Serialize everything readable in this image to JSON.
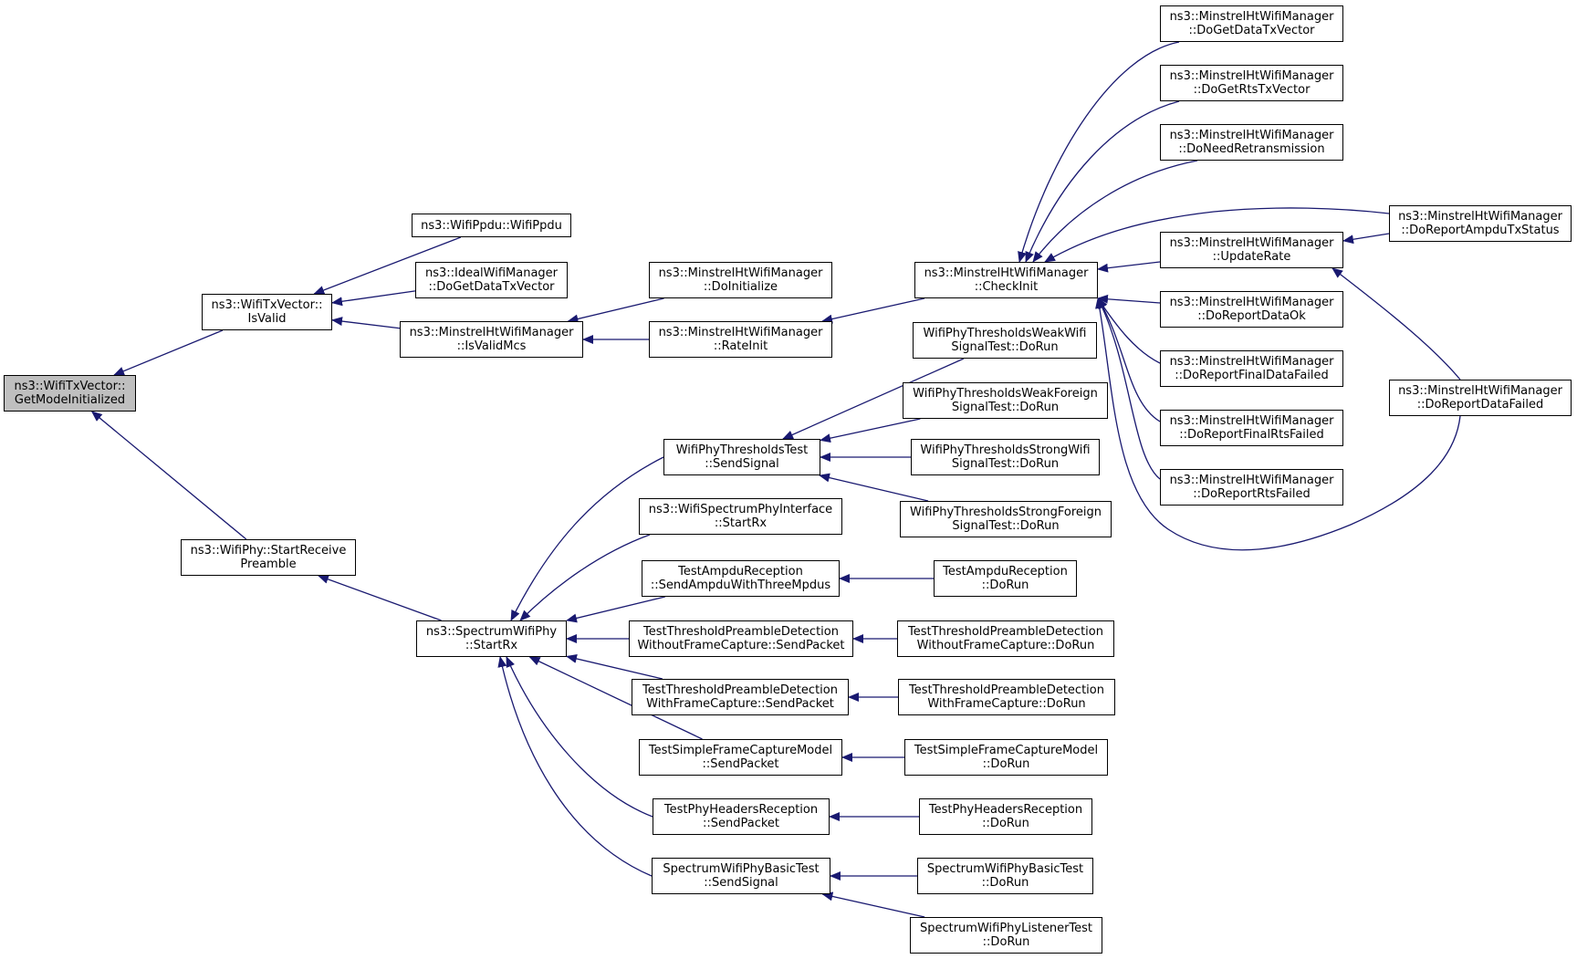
{
  "graph": {
    "colors": {
      "edge": "#191970",
      "node_border": "#000000",
      "root_fill": "#bfbfbf",
      "node_fill": "#ffffff"
    },
    "nodes": [
      {
        "id": "n_root",
        "lines": [
          "ns3::WifiTxVector::",
          "GetModeInitialized"
        ],
        "root": true
      },
      {
        "id": "n_isvalid",
        "lines": [
          "ns3::WifiTxVector::",
          "IsValid"
        ]
      },
      {
        "id": "n_startrecvpre",
        "lines": [
          "ns3::WifiPhy::StartReceive",
          "Preamble"
        ]
      },
      {
        "id": "n_wifippdu",
        "lines": [
          "ns3::WifiPpdu::WifiPpdu"
        ]
      },
      {
        "id": "n_ideal",
        "lines": [
          "ns3::IdealWifiManager",
          "::DoGetDataTxVector"
        ]
      },
      {
        "id": "n_isvalidmcs",
        "lines": [
          "ns3::MinstrelHtWifiManager",
          "::IsValidMcs"
        ]
      },
      {
        "id": "n_doinit",
        "lines": [
          "ns3::MinstrelHtWifiManager",
          "::DoInitialize"
        ]
      },
      {
        "id": "n_rateinit",
        "lines": [
          "ns3::MinstrelHtWifiManager",
          "::RateInit"
        ]
      },
      {
        "id": "n_checkinit",
        "lines": [
          "ns3::MinstrelHtWifiManager",
          "::CheckInit"
        ]
      },
      {
        "id": "n_getdata",
        "lines": [
          "ns3::MinstrelHtWifiManager",
          "::DoGetDataTxVector"
        ]
      },
      {
        "id": "n_getrts",
        "lines": [
          "ns3::MinstrelHtWifiManager",
          "::DoGetRtsTxVector"
        ]
      },
      {
        "id": "n_needretx",
        "lines": [
          "ns3::MinstrelHtWifiManager",
          "::DoNeedRetransmission"
        ]
      },
      {
        "id": "n_updaterate",
        "lines": [
          "ns3::MinstrelHtWifiManager",
          "::UpdateRate"
        ]
      },
      {
        "id": "n_ampdutx",
        "lines": [
          "ns3::MinstrelHtWifiManager",
          "::DoReportAmpduTxStatus"
        ]
      },
      {
        "id": "n_dataok",
        "lines": [
          "ns3::MinstrelHtWifiManager",
          "::DoReportDataOk"
        ]
      },
      {
        "id": "n_finaldata",
        "lines": [
          "ns3::MinstrelHtWifiManager",
          "::DoReportFinalDataFailed"
        ]
      },
      {
        "id": "n_datafailed",
        "lines": [
          "ns3::MinstrelHtWifiManager",
          "::DoReportDataFailed"
        ]
      },
      {
        "id": "n_finalrts",
        "lines": [
          "ns3::MinstrelHtWifiManager",
          "::DoReportFinalRtsFailed"
        ]
      },
      {
        "id": "n_rtsfailed",
        "lines": [
          "ns3::MinstrelHtWifiManager",
          "::DoReportRtsFailed"
        ]
      },
      {
        "id": "n_specstartrx",
        "lines": [
          "ns3::SpectrumWifiPhy",
          "::StartRx"
        ]
      },
      {
        "id": "n_thrsend",
        "lines": [
          "WifiPhyThresholdsTest",
          "::SendSignal"
        ]
      },
      {
        "id": "n_weakwifi",
        "lines": [
          "WifiPhyThresholdsWeakWifi",
          "SignalTest::DoRun"
        ]
      },
      {
        "id": "n_weakforeign",
        "lines": [
          "WifiPhyThresholdsWeakForeign",
          "SignalTest::DoRun"
        ]
      },
      {
        "id": "n_strongwifi",
        "lines": [
          "WifiPhyThresholdsStrongWifi",
          "SignalTest::DoRun"
        ]
      },
      {
        "id": "n_strongforeign",
        "lines": [
          "WifiPhyThresholdsStrongForeign",
          "SignalTest::DoRun"
        ]
      },
      {
        "id": "n_specif",
        "lines": [
          "ns3::WifiSpectrumPhyInterface",
          "::StartRx"
        ]
      },
      {
        "id": "n_ampdusend",
        "lines": [
          "TestAmpduReception",
          "::SendAmpduWithThreeMpdus"
        ]
      },
      {
        "id": "n_ampdurun",
        "lines": [
          "TestAmpduReception",
          "::DoRun"
        ]
      },
      {
        "id": "n_wofcsend",
        "lines": [
          "TestThresholdPreambleDetection",
          "WithoutFrameCapture::SendPacket"
        ]
      },
      {
        "id": "n_wofcrun",
        "lines": [
          "TestThresholdPreambleDetection",
          "WithoutFrameCapture::DoRun"
        ]
      },
      {
        "id": "n_wfcsend",
        "lines": [
          "TestThresholdPreambleDetection",
          "WithFrameCapture::SendPacket"
        ]
      },
      {
        "id": "n_wfcrun",
        "lines": [
          "TestThresholdPreambleDetection",
          "WithFrameCapture::DoRun"
        ]
      },
      {
        "id": "n_sfcsend",
        "lines": [
          "TestSimpleFrameCaptureModel",
          "::SendPacket"
        ]
      },
      {
        "id": "n_sfcrun",
        "lines": [
          "TestSimpleFrameCaptureModel",
          "::DoRun"
        ]
      },
      {
        "id": "n_hdrsend",
        "lines": [
          "TestPhyHeadersReception",
          "::SendPacket"
        ]
      },
      {
        "id": "n_hdrrun",
        "lines": [
          "TestPhyHeadersReception",
          "::DoRun"
        ]
      },
      {
        "id": "n_basicsend",
        "lines": [
          "SpectrumWifiPhyBasicTest",
          "::SendSignal"
        ]
      },
      {
        "id": "n_basicrun",
        "lines": [
          "SpectrumWifiPhyBasicTest",
          "::DoRun"
        ]
      },
      {
        "id": "n_listener",
        "lines": [
          "SpectrumWifiPhyListenerTest",
          "::DoRun"
        ]
      }
    ],
    "edges": [
      {
        "from": "n_isvalid",
        "to": "n_root"
      },
      {
        "from": "n_startrecvpre",
        "to": "n_root"
      },
      {
        "from": "n_wifippdu",
        "to": "n_isvalid"
      },
      {
        "from": "n_ideal",
        "to": "n_isvalid"
      },
      {
        "from": "n_isvalidmcs",
        "to": "n_isvalid"
      },
      {
        "from": "n_doinit",
        "to": "n_isvalidmcs"
      },
      {
        "from": "n_rateinit",
        "to": "n_isvalidmcs"
      },
      {
        "from": "n_checkinit",
        "to": "n_rateinit"
      },
      {
        "from": "n_getdata",
        "to": "n_checkinit"
      },
      {
        "from": "n_getrts",
        "to": "n_checkinit"
      },
      {
        "from": "n_needretx",
        "to": "n_checkinit"
      },
      {
        "from": "n_ampdutx",
        "to": "n_checkinit"
      },
      {
        "from": "n_updaterate",
        "to": "n_checkinit"
      },
      {
        "from": "n_dataok",
        "to": "n_checkinit"
      },
      {
        "from": "n_finaldata",
        "to": "n_checkinit"
      },
      {
        "from": "n_finalrts",
        "to": "n_checkinit"
      },
      {
        "from": "n_rtsfailed",
        "to": "n_checkinit"
      },
      {
        "from": "n_datafailed",
        "to": "n_checkinit"
      },
      {
        "from": "n_ampdutx",
        "to": "n_updaterate"
      },
      {
        "from": "n_datafailed",
        "to": "n_updaterate"
      },
      {
        "from": "n_specstartrx",
        "to": "n_startrecvpre"
      },
      {
        "from": "n_thrsend",
        "to": "n_specstartrx"
      },
      {
        "from": "n_specif",
        "to": "n_specstartrx"
      },
      {
        "from": "n_ampdusend",
        "to": "n_specstartrx"
      },
      {
        "from": "n_wofcsend",
        "to": "n_specstartrx"
      },
      {
        "from": "n_wfcsend",
        "to": "n_specstartrx"
      },
      {
        "from": "n_sfcsend",
        "to": "n_specstartrx"
      },
      {
        "from": "n_hdrsend",
        "to": "n_specstartrx"
      },
      {
        "from": "n_basicsend",
        "to": "n_specstartrx"
      },
      {
        "from": "n_weakwifi",
        "to": "n_thrsend"
      },
      {
        "from": "n_weakforeign",
        "to": "n_thrsend"
      },
      {
        "from": "n_strongwifi",
        "to": "n_thrsend"
      },
      {
        "from": "n_strongforeign",
        "to": "n_thrsend"
      },
      {
        "from": "n_ampdurun",
        "to": "n_ampdusend"
      },
      {
        "from": "n_wofcrun",
        "to": "n_wofcsend"
      },
      {
        "from": "n_wfcrun",
        "to": "n_wfcsend"
      },
      {
        "from": "n_sfcrun",
        "to": "n_sfcsend"
      },
      {
        "from": "n_hdrrun",
        "to": "n_hdrsend"
      },
      {
        "from": "n_basicrun",
        "to": "n_basicsend"
      },
      {
        "from": "n_listener",
        "to": "n_basicsend"
      }
    ]
  }
}
